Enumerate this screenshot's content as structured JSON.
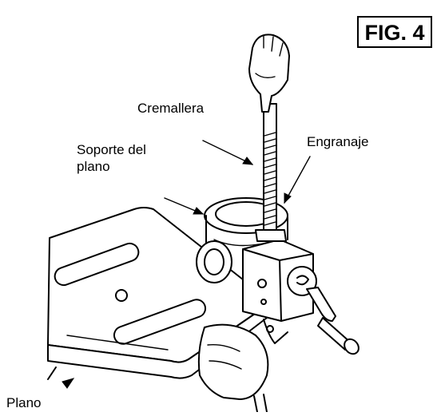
{
  "figure_label": "FIG. 4",
  "labels": {
    "cremallera": "Cremallera",
    "engranaje": "Engranaje",
    "soporte_del_plano": "Soporte del plano",
    "plano": "Plano"
  }
}
